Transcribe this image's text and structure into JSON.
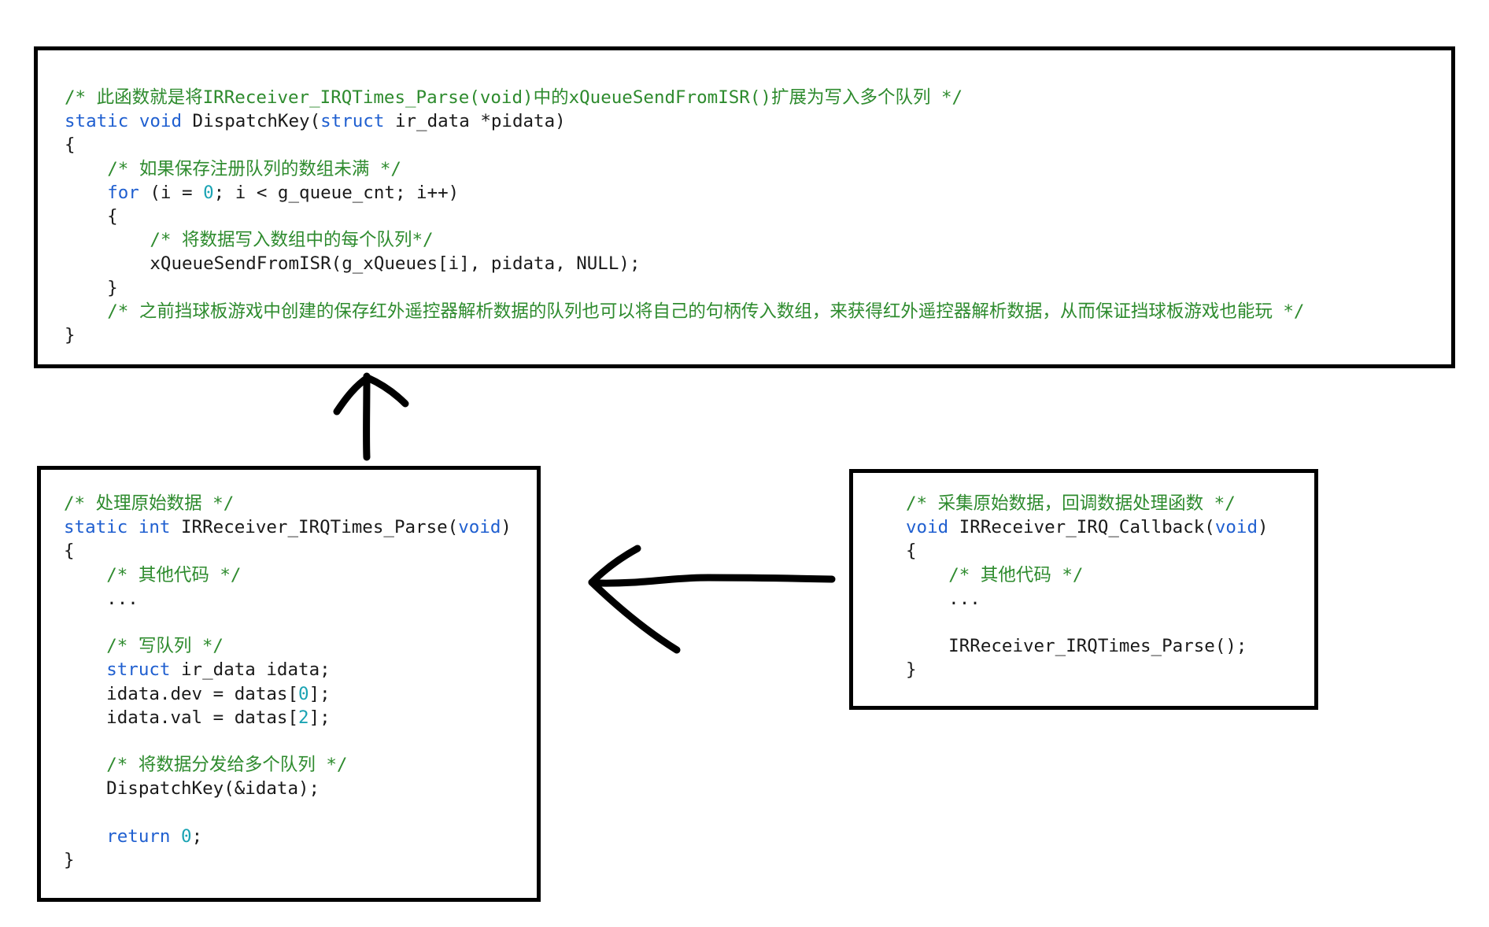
{
  "colors": {
    "keyword": "#1f5fd0",
    "comment": "#2e8b2e",
    "number": "#1aa3b3",
    "text": "#1a1a1a",
    "border": "#000000"
  },
  "top_box": {
    "lines": [
      [
        {
          "t": "cm",
          "v": "/* 此函数就是将IRReceiver_IRQTimes_Parse(void)中的xQueueSendFromISR()扩展为写入多个队列 */"
        }
      ],
      [
        {
          "t": "kw",
          "v": "static"
        },
        {
          "t": "tx",
          "v": " "
        },
        {
          "t": "kw",
          "v": "void"
        },
        {
          "t": "tx",
          "v": " DispatchKey("
        },
        {
          "t": "kw",
          "v": "struct"
        },
        {
          "t": "tx",
          "v": " ir_data *pidata)"
        }
      ],
      [
        {
          "t": "tx",
          "v": "{"
        }
      ],
      [
        {
          "t": "tx",
          "v": "    "
        },
        {
          "t": "cm",
          "v": "/* 如果保存注册队列的数组未满 */"
        }
      ],
      [
        {
          "t": "tx",
          "v": "    "
        },
        {
          "t": "kw",
          "v": "for"
        },
        {
          "t": "tx",
          "v": " (i = "
        },
        {
          "t": "num",
          "v": "0"
        },
        {
          "t": "tx",
          "v": "; i < g_queue_cnt; i++)"
        }
      ],
      [
        {
          "t": "tx",
          "v": "    {"
        }
      ],
      [
        {
          "t": "tx",
          "v": "        "
        },
        {
          "t": "cm",
          "v": "/* 将数据写入数组中的每个队列*/"
        }
      ],
      [
        {
          "t": "tx",
          "v": "        xQueueSendFromISR(g_xQueues[i], pidata, NULL);"
        }
      ],
      [
        {
          "t": "tx",
          "v": "    }"
        }
      ],
      [
        {
          "t": "tx",
          "v": "    "
        },
        {
          "t": "cm",
          "v": "/* 之前挡球板游戏中创建的保存红外遥控器解析数据的队列也可以将自己的句柄传入数组，来获得红外遥控器解析数据，从而保证挡球板游戏也能玩 */"
        }
      ],
      [
        {
          "t": "tx",
          "v": "}"
        }
      ]
    ]
  },
  "left_box": {
    "lines": [
      [
        {
          "t": "cm",
          "v": "/* 处理原始数据 */"
        }
      ],
      [
        {
          "t": "kw",
          "v": "static"
        },
        {
          "t": "tx",
          "v": " "
        },
        {
          "t": "kw",
          "v": "int"
        },
        {
          "t": "tx",
          "v": " IRReceiver_IRQTimes_Parse("
        },
        {
          "t": "kw",
          "v": "void"
        },
        {
          "t": "tx",
          "v": ")"
        }
      ],
      [
        {
          "t": "tx",
          "v": "{"
        }
      ],
      [
        {
          "t": "tx",
          "v": "    "
        },
        {
          "t": "cm",
          "v": "/* 其他代码 */"
        }
      ],
      [
        {
          "t": "tx",
          "v": "    ..."
        }
      ],
      [
        {
          "t": "tx",
          "v": ""
        }
      ],
      [
        {
          "t": "tx",
          "v": "    "
        },
        {
          "t": "cm",
          "v": "/* 写队列 */"
        }
      ],
      [
        {
          "t": "tx",
          "v": "    "
        },
        {
          "t": "kw",
          "v": "struct"
        },
        {
          "t": "tx",
          "v": " ir_data idata;"
        }
      ],
      [
        {
          "t": "tx",
          "v": "    idata.dev = datas["
        },
        {
          "t": "num",
          "v": "0"
        },
        {
          "t": "tx",
          "v": "];"
        }
      ],
      [
        {
          "t": "tx",
          "v": "    idata.val = datas["
        },
        {
          "t": "num",
          "v": "2"
        },
        {
          "t": "tx",
          "v": "];"
        }
      ],
      [
        {
          "t": "tx",
          "v": ""
        }
      ],
      [
        {
          "t": "tx",
          "v": "    "
        },
        {
          "t": "cm",
          "v": "/* 将数据分发给多个队列 */"
        }
      ],
      [
        {
          "t": "tx",
          "v": "    DispatchKey(&idata);"
        }
      ],
      [
        {
          "t": "tx",
          "v": ""
        }
      ],
      [
        {
          "t": "tx",
          "v": "    "
        },
        {
          "t": "kw",
          "v": "return"
        },
        {
          "t": "tx",
          "v": " "
        },
        {
          "t": "num",
          "v": "0"
        },
        {
          "t": "tx",
          "v": ";"
        }
      ],
      [
        {
          "t": "tx",
          "v": "}"
        }
      ]
    ]
  },
  "right_box": {
    "lines": [
      [
        {
          "t": "cm",
          "v": "/* 采集原始数据，回调数据处理函数 */"
        }
      ],
      [
        {
          "t": "kw",
          "v": "void"
        },
        {
          "t": "tx",
          "v": " IRReceiver_IRQ_Callback("
        },
        {
          "t": "kw",
          "v": "void"
        },
        {
          "t": "tx",
          "v": ")"
        }
      ],
      [
        {
          "t": "tx",
          "v": "{"
        }
      ],
      [
        {
          "t": "tx",
          "v": "    "
        },
        {
          "t": "cm",
          "v": "/* 其他代码 */"
        }
      ],
      [
        {
          "t": "tx",
          "v": "    ..."
        }
      ],
      [
        {
          "t": "tx",
          "v": ""
        }
      ],
      [
        {
          "t": "tx",
          "v": "    IRReceiver_IRQTimes_Parse();"
        }
      ],
      [
        {
          "t": "tx",
          "v": "}"
        }
      ]
    ]
  },
  "arrows": [
    {
      "name": "arrow-up",
      "from": "left_box",
      "to": "top_box"
    },
    {
      "name": "arrow-left",
      "from": "right_box",
      "to": "left_box"
    }
  ]
}
